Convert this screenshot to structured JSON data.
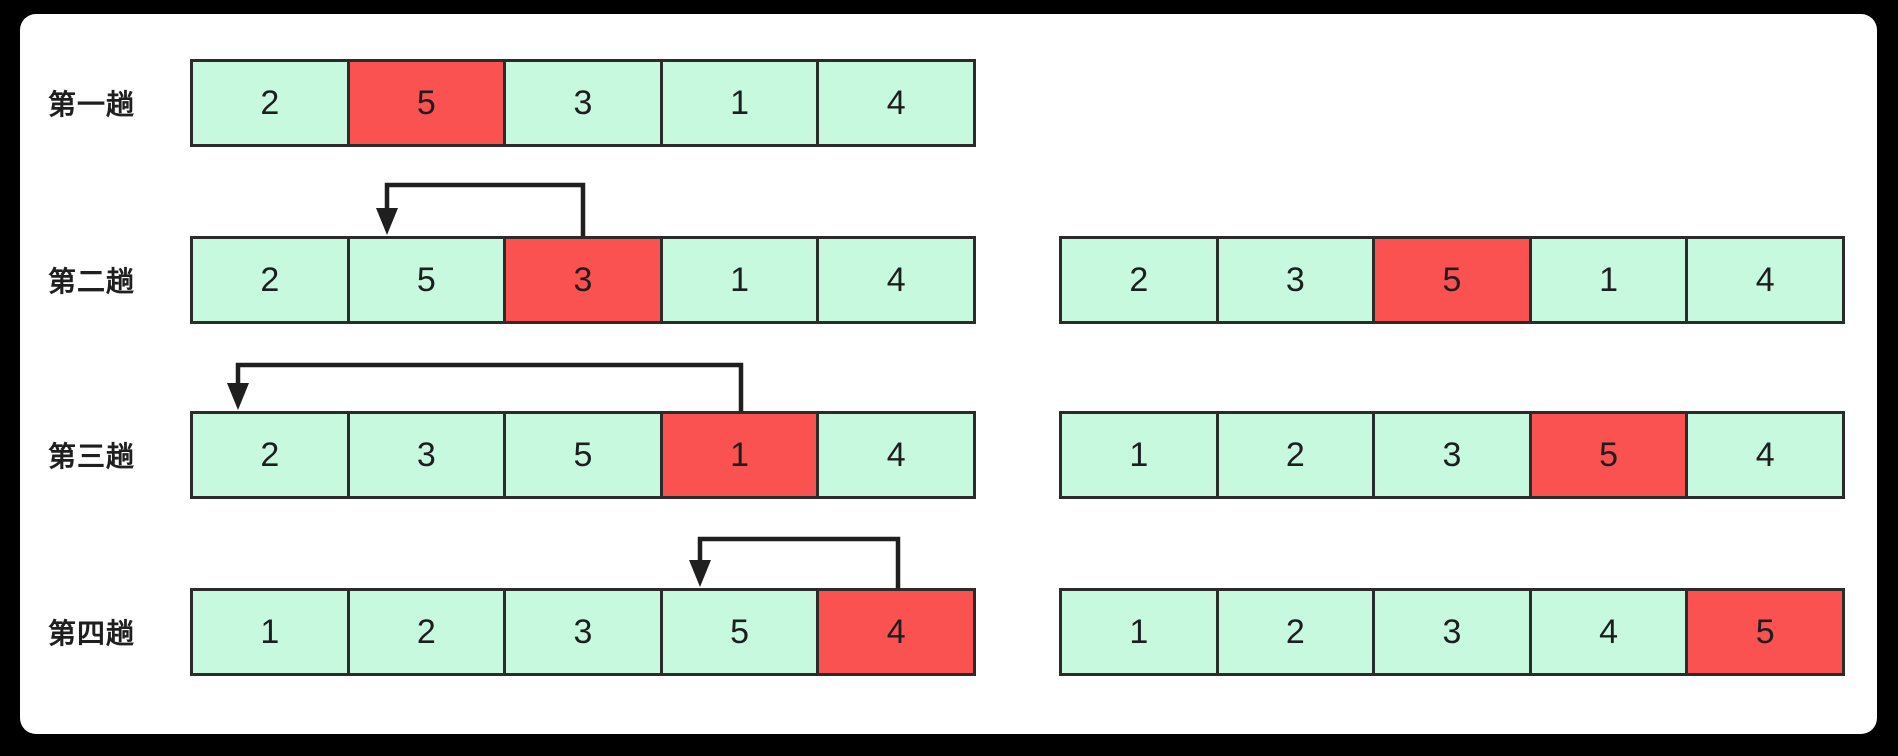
{
  "colors": {
    "background": "#000000",
    "card": "#ffffff",
    "cell_green": "#c7f9df",
    "cell_red": "#fa5151",
    "cell_border": "#2b2b2b",
    "arrow": "#1f1f1f",
    "text": "#1f1f1f"
  },
  "rows": [
    {
      "label": "第一趟",
      "left": {
        "values": [
          "2",
          "5",
          "3",
          "1",
          "4"
        ],
        "highlight": 1
      },
      "right": null,
      "arrow": null
    },
    {
      "label": "第二趟",
      "left": {
        "values": [
          "2",
          "5",
          "3",
          "1",
          "4"
        ],
        "highlight": 2
      },
      "right": {
        "values": [
          "2",
          "3",
          "5",
          "1",
          "4"
        ],
        "highlight": 2
      },
      "arrow": {
        "from_cell_index": 2,
        "to_cell_index": 1
      }
    },
    {
      "label": "第三趟",
      "left": {
        "values": [
          "2",
          "3",
          "5",
          "1",
          "4"
        ],
        "highlight": 3
      },
      "right": {
        "values": [
          "1",
          "2",
          "3",
          "5",
          "4"
        ],
        "highlight": 3
      },
      "arrow": {
        "from_cell_index": 3,
        "to_cell_index": 0
      }
    },
    {
      "label": "第四趟",
      "left": {
        "values": [
          "1",
          "2",
          "3",
          "5",
          "4"
        ],
        "highlight": 4
      },
      "right": {
        "values": [
          "1",
          "2",
          "3",
          "4",
          "5"
        ],
        "highlight": 4
      },
      "arrow": {
        "from_cell_index": 4,
        "to_cell_index": 3
      }
    }
  ]
}
